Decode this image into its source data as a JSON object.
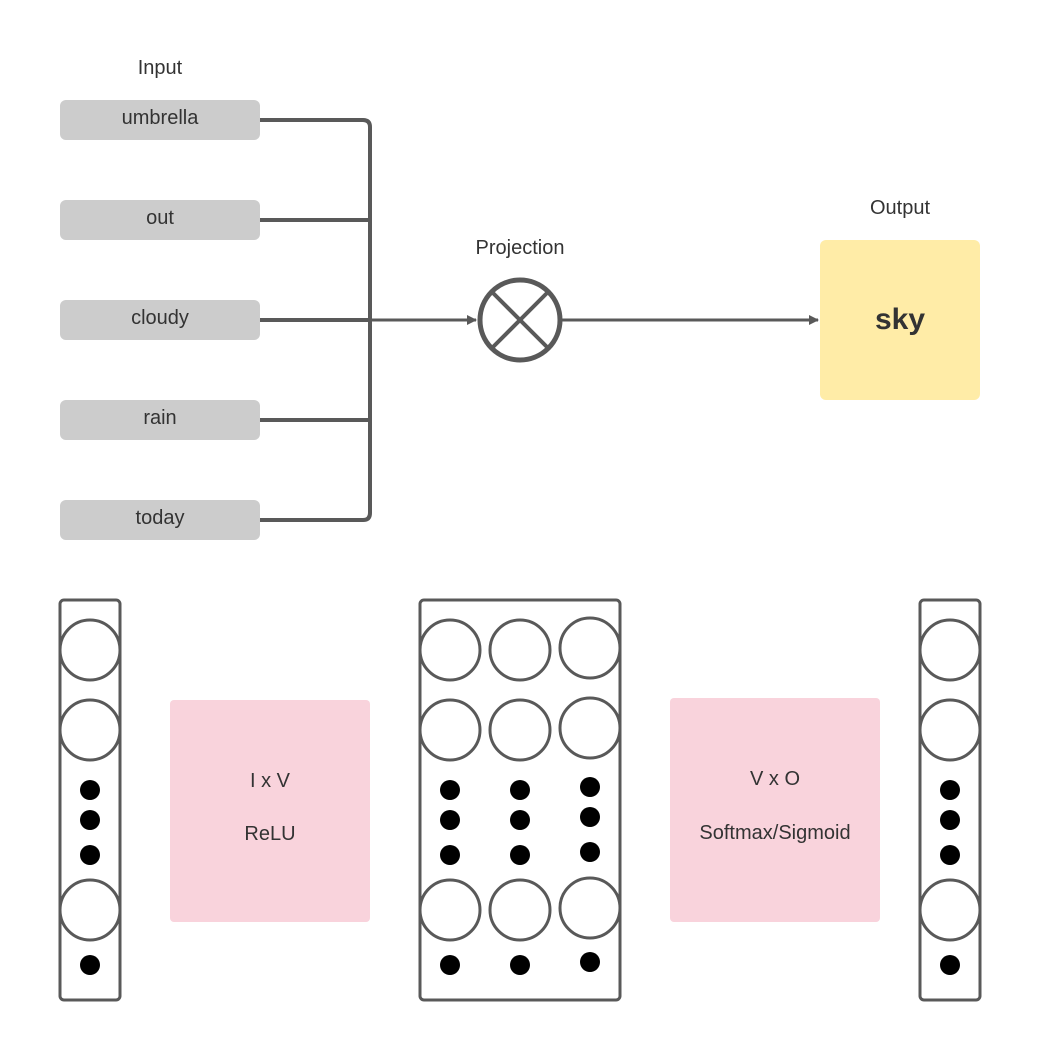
{
  "input": {
    "title": "Input",
    "words": [
      "umbrella",
      "out",
      "cloudy",
      "rain",
      "today"
    ]
  },
  "projection": {
    "title": "Projection",
    "icon": "circle-x-icon"
  },
  "output": {
    "title": "Output",
    "word": "sky"
  },
  "network": {
    "layer1": {
      "operation": "I x V",
      "activation": "ReLU"
    },
    "layer2": {
      "operation": "V x O",
      "activation": "Softmax/Sigmoid"
    }
  },
  "colors": {
    "word_box": "#cccccc",
    "output_box": "#ffeca7",
    "operation_box": "#f9d3dc",
    "connector": "#595959"
  }
}
